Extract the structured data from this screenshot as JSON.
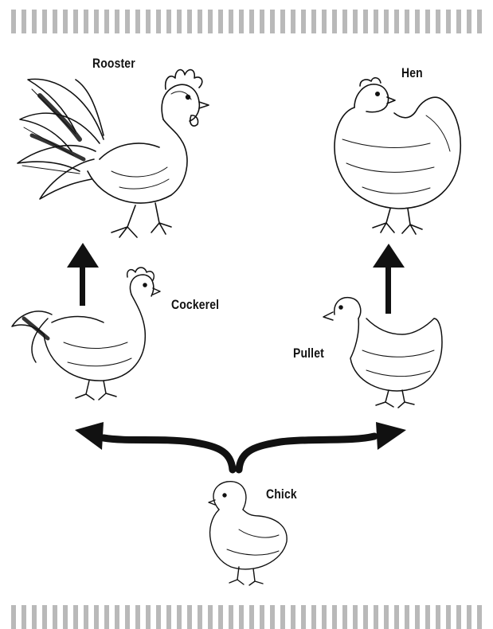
{
  "diagram": {
    "nodes": {
      "rooster": {
        "label": "Rooster"
      },
      "hen": {
        "label": "Hen"
      },
      "cockerel": {
        "label": "Cockerel"
      },
      "pullet": {
        "label": "Pullet"
      },
      "chick": {
        "label": "Chick"
      }
    },
    "edges": [
      {
        "from": "chick",
        "to": "cockerel"
      },
      {
        "from": "chick",
        "to": "pullet"
      },
      {
        "from": "cockerel",
        "to": "rooster"
      },
      {
        "from": "pullet",
        "to": "hen"
      }
    ]
  },
  "colors": {
    "ink": "#111111",
    "stripe": "#b9b9b9",
    "background": "#ffffff"
  }
}
